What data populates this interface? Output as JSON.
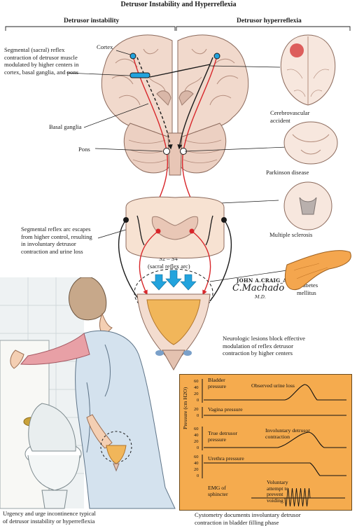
{
  "title": "Detrusor Instability and Hyperreflexia",
  "headers": {
    "left": "Detrusor instability",
    "right": "Detrusor hyperreflexia"
  },
  "labels": {
    "segmental_reflex": [
      "Segmental (sacral) reflex",
      "contraction of detrusor muscle",
      "modulated by higher centers in",
      "cortex, basal ganglia, and pons"
    ],
    "cortex": "Cortex",
    "basal_ganglia": "Basal ganglia",
    "pons": "Pons",
    "segmental_escape": [
      "Segmental reflex arc escapes",
      "from higher control, resulting",
      "in involuntary detrusor",
      "contraction and urine loss"
    ],
    "sacral_level": "S2 – S4",
    "sacral_arc": "(sacral reflex arc)",
    "neuro_lesions": [
      "Neurologic lesions block effective",
      "modulation of reflex detrusor",
      "contraction by higher centers"
    ],
    "urgency": [
      "Urgency and urge incontinence typical",
      "of detrusor instability or hyperreflexia"
    ],
    "cystometry": [
      "Cystometry documents involuntary detrusor",
      "contraction in bladder filling phase"
    ]
  },
  "conditions": {
    "cva": [
      "Cerebrovascular",
      "accident"
    ],
    "parkinson": "Parkinson disease",
    "ms": "Multiple sclerosis",
    "diabetes": [
      "Diabetes",
      "mellitus"
    ]
  },
  "signatures": {
    "craig": "JOHN A.CRAIG_AD",
    "machado": "C.Machado",
    "md": "M.D."
  },
  "chart": {
    "y_axis_label": "Pressure (cm H2O)",
    "traces": [
      {
        "name": [
          "Bladder",
          "pressure"
        ],
        "ticks": [
          "60",
          "40",
          "20",
          "0"
        ],
        "annotation": [
          "Observed urine loss"
        ]
      },
      {
        "name": [
          "Vagina  pressure"
        ],
        "ticks": [
          "20",
          "0"
        ],
        "annotation": []
      },
      {
        "name": [
          "True detrusor",
          "pressure"
        ],
        "ticks": [
          "60",
          "40",
          "20",
          "0"
        ],
        "annotation": [
          "Involuntary detrusor",
          "contraction"
        ]
      },
      {
        "name": [
          "Urethra pressure"
        ],
        "ticks": [
          "60",
          "40",
          "20",
          "0"
        ],
        "annotation": []
      },
      {
        "name": [
          "EMG of",
          "sphincter"
        ],
        "ticks": [],
        "annotation": [
          "Voluntary",
          "attempt to",
          "prevent",
          "voiding"
        ]
      }
    ]
  },
  "colors": {
    "brain": "#f1d9cc",
    "brain_fold": "#b58e7e",
    "chart_bg": "#f5ab4e",
    "nerve_red": "#d8262a",
    "nerve_black": "#1a1a1a",
    "arrow_blue": "#22a3dd",
    "pancreas": "#f4a64e",
    "lesion": "#d84545"
  }
}
